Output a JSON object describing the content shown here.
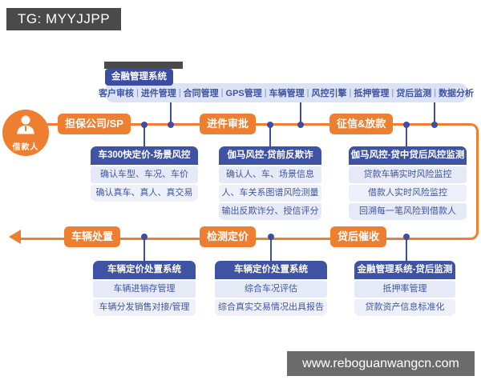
{
  "page": {
    "tg_label": "TG: MYYJJPP",
    "watermark": "www.reboguanwangcn.com"
  },
  "top_system": {
    "badge": "金融管理系统",
    "separator": "|",
    "modules": [
      "客户审核",
      "进件管理",
      "合同管理",
      "GPS管理",
      "车辆管理",
      "风控引擎",
      "抵押管理",
      "贷后监测",
      "数据分析"
    ]
  },
  "borrower": {
    "label": "借款人"
  },
  "flow_top": {
    "stages": [
      "担保公司/SP",
      "进件审批",
      "征信&放款"
    ],
    "cards": [
      {
        "title": "车300快定价-场景风控",
        "rows": [
          "确认车型、车况、车价",
          "确认真车、真人、真交易"
        ]
      },
      {
        "title": "伽马风控-贷前反欺诈",
        "rows": [
          "确认人、车、场景信息",
          "人、车关系图谱风险测量",
          "输出反欺诈分、授信评分"
        ]
      },
      {
        "title": "伽马风控-贷中贷后风控监测",
        "rows": [
          "贷款车辆实时风险监控",
          "借款人实时风险监控",
          "回溯每一笔风险到借款人"
        ]
      }
    ]
  },
  "flow_bottom": {
    "stages": [
      "车辆处置",
      "检测定价",
      "贷后催收"
    ],
    "cards": [
      {
        "title": "车辆定价处置系统",
        "rows": [
          "车辆进销存管理",
          "车辆分发销售对接/管理"
        ]
      },
      {
        "title": "车辆定价处置系统",
        "rows": [
          "综合车况评估",
          "综合真实交易情况出具报告"
        ]
      },
      {
        "title": "金融管理系统-贷后监测",
        "rows": [
          "抵押率管理",
          "贷款资产信息标准化"
        ]
      }
    ]
  },
  "colors": {
    "accent_orange": "#ee7e30",
    "indigo": "#3f53a4",
    "indigo_dark": "#3a4da1",
    "row_light": "#e6eaf6",
    "bar_light": "#dce3f4",
    "gray_tag": "#4a4a4a",
    "gray_watermark": "#6b6b6b"
  }
}
